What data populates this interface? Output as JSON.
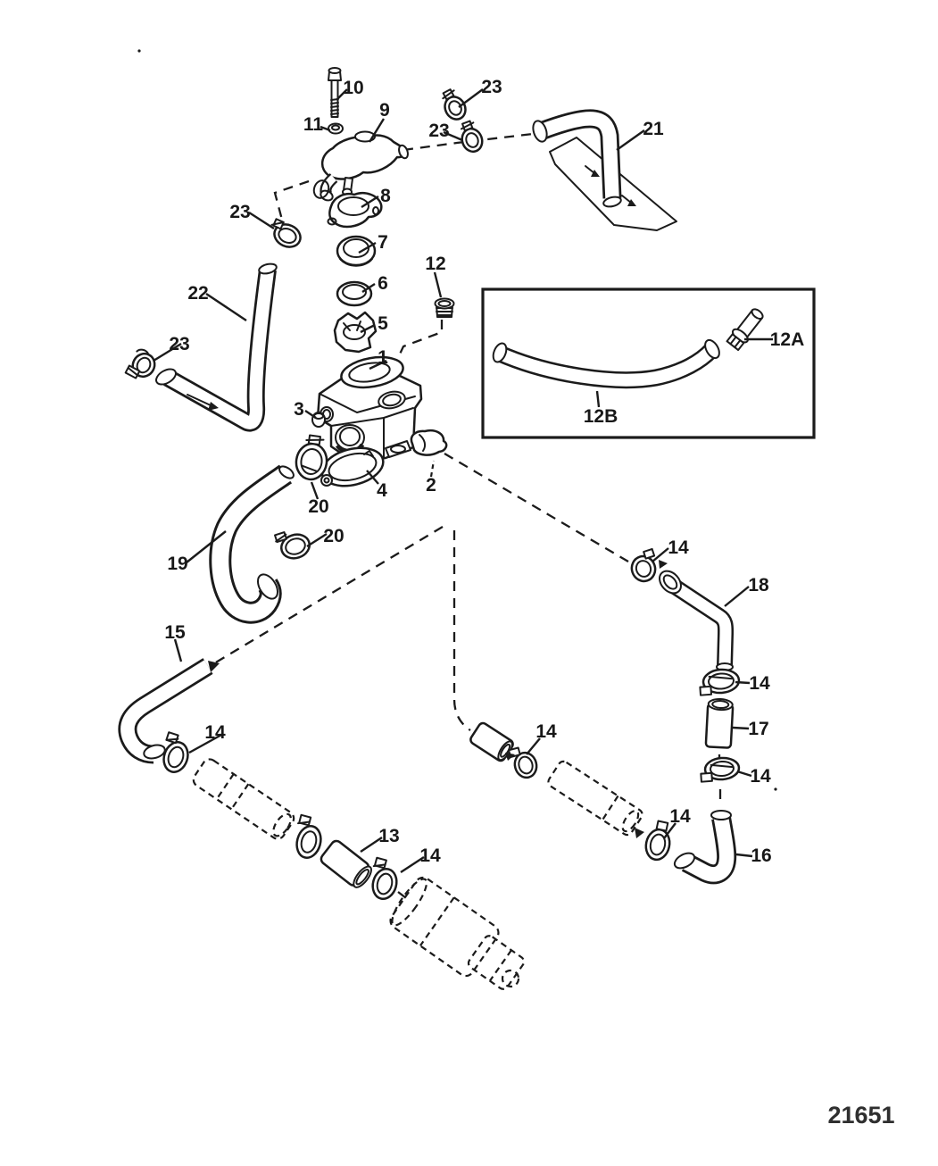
{
  "diagram": {
    "kind": "exploded-parts-line-drawing",
    "drawing_number": "21651",
    "ink_color": "#1b1b1b",
    "background_color": "#ffffff",
    "unique_parts": [
      "1",
      "2",
      "3",
      "4",
      "5",
      "6",
      "7",
      "8",
      "9",
      "10",
      "11",
      "12",
      "12A",
      "12B",
      "13",
      "14",
      "15",
      "16",
      "17",
      "18",
      "19",
      "20",
      "21",
      "22",
      "23"
    ],
    "callouts": [
      {
        "label": "10"
      },
      {
        "label": "11"
      },
      {
        "label": "9"
      },
      {
        "label": "23"
      },
      {
        "label": "23"
      },
      {
        "label": "21"
      },
      {
        "label": "23"
      },
      {
        "label": "8"
      },
      {
        "label": "7"
      },
      {
        "label": "6"
      },
      {
        "label": "12"
      },
      {
        "label": "5"
      },
      {
        "label": "22"
      },
      {
        "label": "23"
      },
      {
        "label": "12A"
      },
      {
        "label": "1"
      },
      {
        "label": "12B"
      },
      {
        "label": "3"
      },
      {
        "label": "20"
      },
      {
        "label": "4"
      },
      {
        "label": "2"
      },
      {
        "label": "20"
      },
      {
        "label": "14"
      },
      {
        "label": "18"
      },
      {
        "label": "19"
      },
      {
        "label": "15"
      },
      {
        "label": "14"
      },
      {
        "label": "17"
      },
      {
        "label": "14"
      },
      {
        "label": "14"
      },
      {
        "label": "14"
      },
      {
        "label": "14"
      },
      {
        "label": "13"
      },
      {
        "label": "16"
      },
      {
        "label": "14"
      }
    ]
  }
}
